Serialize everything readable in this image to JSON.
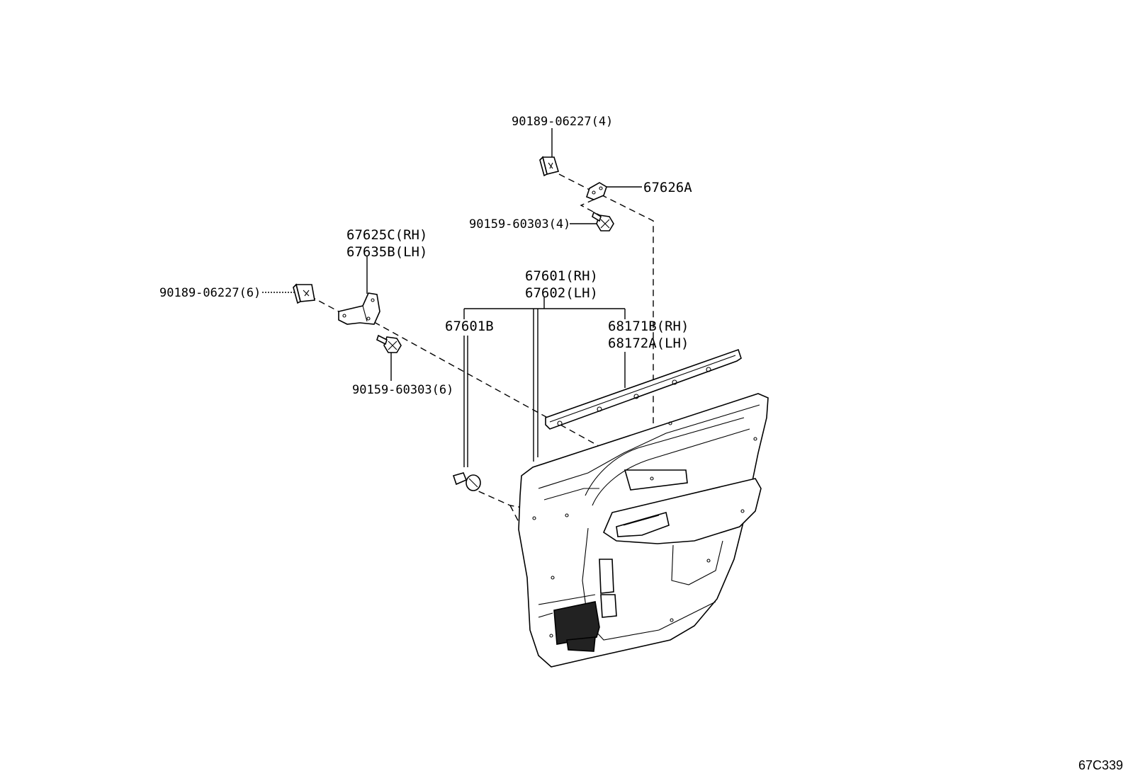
{
  "diagram_code": "67C339",
  "callouts": {
    "retainer_upper": "90189-06227(4)",
    "bracket_upper": "67626A",
    "screw_upper": "90159-60303(4)",
    "bracket_side_rh": "67625C(RH)",
    "bracket_side_lh": "67635B(LH)",
    "retainer_side": "90189-06227(6)",
    "screw_side": "90159-60303(6)",
    "trim_board_rh": "67601(RH)",
    "trim_board_lh": "67602(LH)",
    "clip": "67601B",
    "weatherstrip_rh": "68171B(RH)",
    "weatherstrip_lh": "68172A(LH)"
  }
}
